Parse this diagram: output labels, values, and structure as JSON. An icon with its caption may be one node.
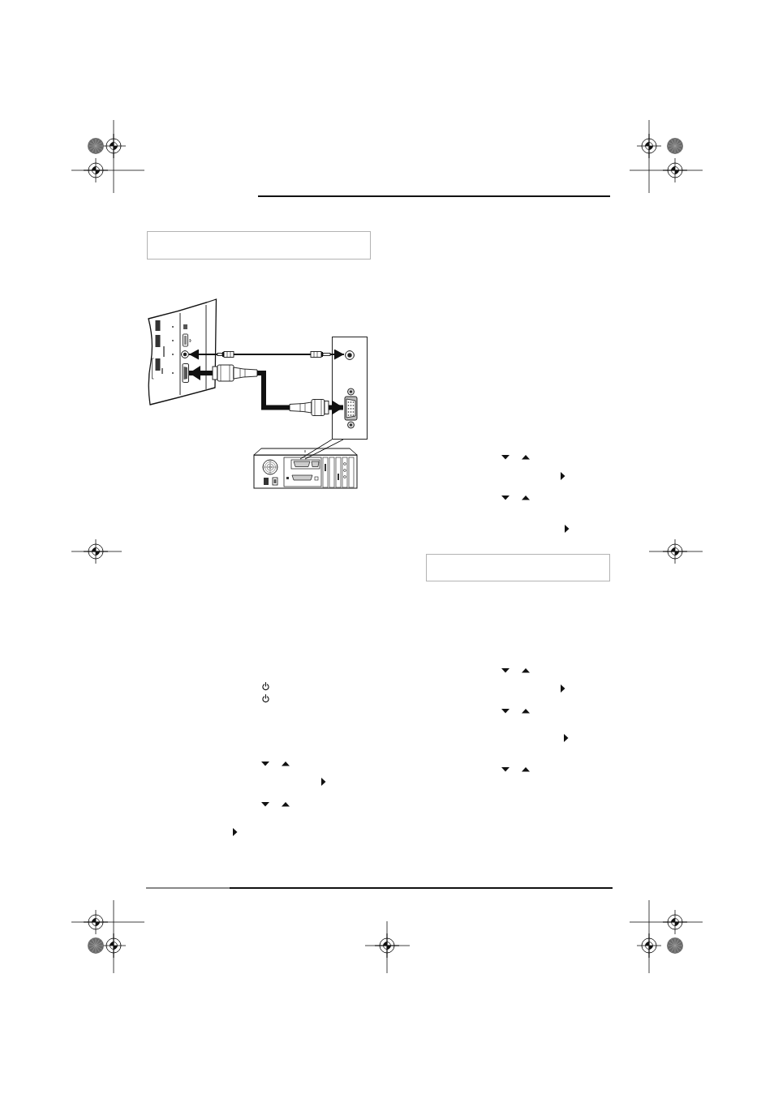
{
  "diagram": {
    "nodes": [
      {
        "text": [],
        "shape": "box"
      },
      {
        "text": [],
        "shape": "picture"
      },
      {
        "text": [],
        "shape": "circle",
        "in": 1
      },
      {
        "text": [],
        "shape": "picture",
        "in": 1
      },
      {
        "text": [],
        "shape": "box"
      },
      {
        "text": [],
        "shape": "circle",
        "in": 4
      },
      {
        "text": [],
        "shape": "picture",
        "in": 4
      },
      {
        "text": [],
        "shape": "picture"
      },
      {
        "text": [],
        "shape": "picture",
        "in": 7
      },
      {
        "text": [],
        "shape": "box"
      }
    ],
    "edges": [
      {
        "from": 2,
        "to": 5,
        "arrow": "both"
      },
      {
        "from": 3,
        "to": 6,
        "arrow": "both",
        "style": "thick"
      },
      {
        "from": 4,
        "to": 8,
        "arrow": "none"
      }
    ]
  }
}
